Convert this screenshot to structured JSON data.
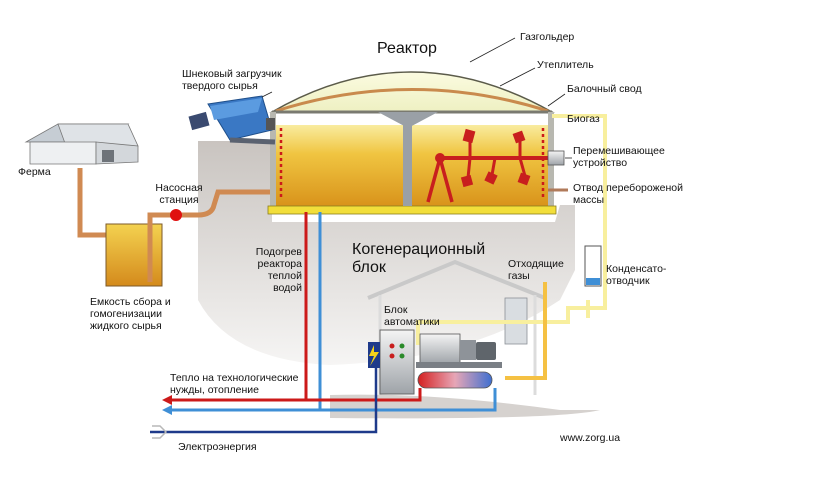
{
  "labels": {
    "reactor": "Реактор",
    "gasholder": "Газгольдер",
    "insulation": "Утеплитель",
    "beam_vault": "Балочный свод",
    "biogas": "Биогаз",
    "screw_loader": "Шнековый загрузчик\nтвердого сырья",
    "farm": "Ферма",
    "pump_station": "Насосная\nстанция",
    "mixer": "Перемешивающее\nустройство",
    "digestate_outlet": "Отвод перебороженой\nмассы",
    "collection_tank": "Емкость сбора и\nгомогенизации\nжидкого сырья",
    "reactor_heating": "Подогрев\nреактора\nтеплой\nводой",
    "cogeneration": "Когенерационный\nблок",
    "exhaust_gases": "Отходящие\nгазы",
    "condensate_trap": "Конденсато-\nотводчик",
    "automation_block": "Блок\nавтоматики",
    "process_heat": "Тепло на технологические\nнужды, отопление",
    "electricity": "Электроэнергия",
    "website": "www.zorg.ua"
  },
  "colors": {
    "substrate": "#e3a21a",
    "substrate_top": "#f8e79a",
    "dome": "#f3f4c8",
    "hot_pipe": "#cc1a1a",
    "cold_pipe": "#3f8fd6",
    "power_line": "#1e3a8a",
    "feed_pipe": "#d08a52",
    "gas_pipe": "#f8ef9e",
    "ground": "#d0ccc9",
    "mixer": "#c81e1e",
    "loader": "#3a78c4"
  }
}
